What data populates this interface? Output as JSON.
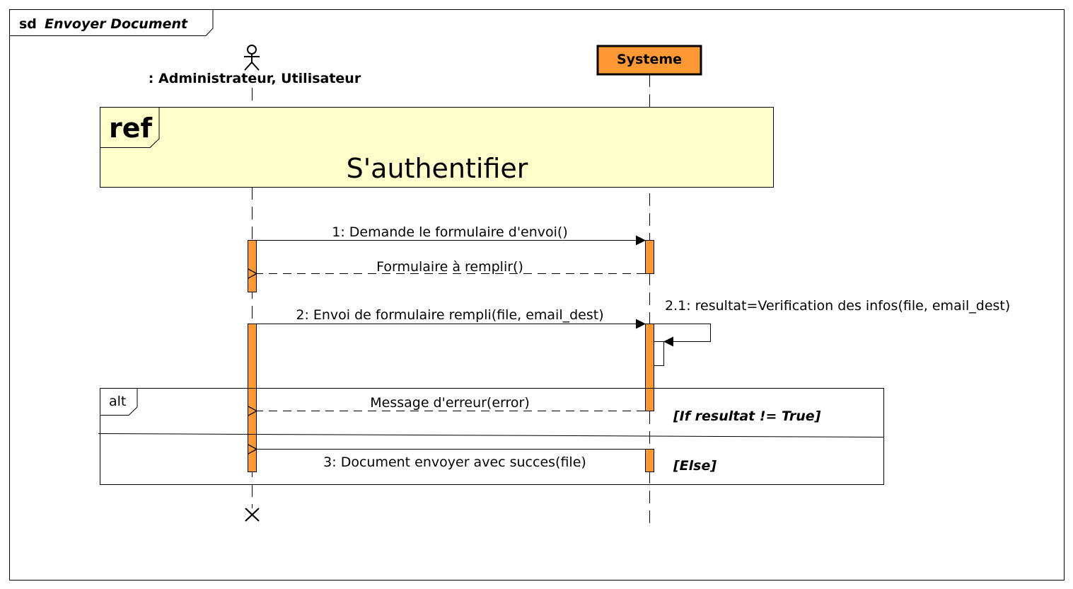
{
  "frame": {
    "kind": "sd",
    "name": "Envoyer Document"
  },
  "lifelines": {
    "actor": {
      "label": ": Administrateur, Utilisateur"
    },
    "system": {
      "label": "Systeme",
      "fill_color": "#FF9933"
    }
  },
  "ref": {
    "tag": "ref",
    "name": "S'authentifier",
    "fill_color": "#FFFFCC"
  },
  "messages": {
    "m1": "1: Demande le formulaire d'envoi()",
    "r1": "Formulaire à remplir()",
    "m2": "2: Envoi de formulaire rempli(file, email_dest)",
    "m21": "2.1: resultat=Verification des infos(file, email_dest)",
    "err": "Message d'erreur(error)",
    "m3": "3: Document envoyer avec succes(file)"
  },
  "alt": {
    "tag": "alt",
    "guard_if": "[If resultat != True]",
    "guard_else": "[Else]"
  },
  "colors": {
    "activation": "#FF9933",
    "ref_fill": "#FFFFCC",
    "line": "#000000"
  }
}
